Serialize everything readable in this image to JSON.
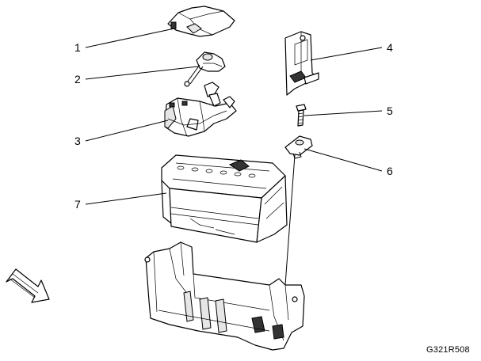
{
  "callouts": [
    {
      "id": "1",
      "label": "1"
    },
    {
      "id": "2",
      "label": "2"
    },
    {
      "id": "3",
      "label": "3"
    },
    {
      "id": "4",
      "label": "4"
    },
    {
      "id": "5",
      "label": "5"
    },
    {
      "id": "6",
      "label": "6"
    },
    {
      "id": "7",
      "label": "7"
    }
  ],
  "figure_code": "G321R508"
}
